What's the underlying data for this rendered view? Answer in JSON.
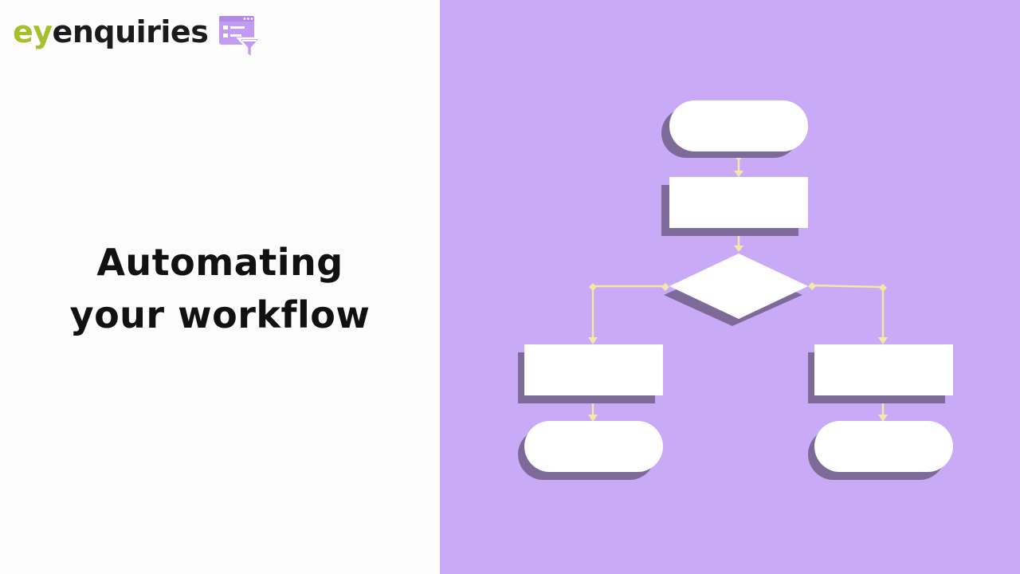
{
  "logo": {
    "ey": "ey",
    "rest": "enquiries",
    "icon": "form-filter-icon",
    "accent_color": "#a6bf2c",
    "icon_color": "#c29cf2"
  },
  "headline": {
    "line1": "Automating",
    "line2": "your workflow"
  },
  "flowchart": {
    "icon": "flowchart-illustration",
    "background_color": "#c9aaf7",
    "shape_color": "#ffffff",
    "shadow_color": "#7e6a98",
    "connector_color": "#f3e9a6"
  }
}
